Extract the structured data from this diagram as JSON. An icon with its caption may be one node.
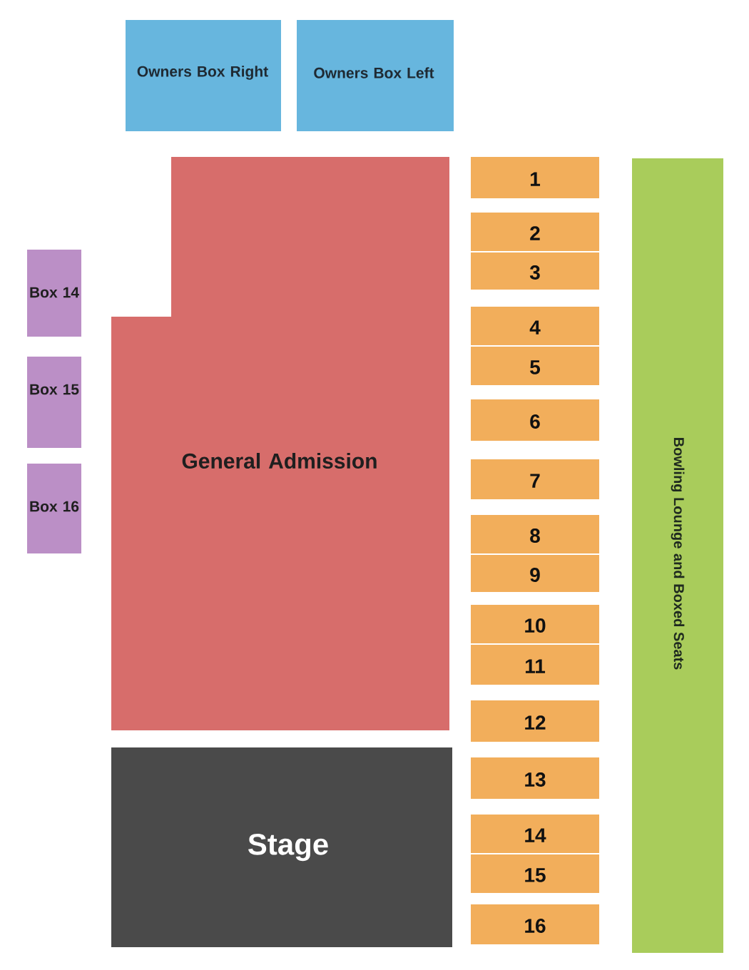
{
  "diagram": {
    "nodes": [
      {
        "text": [
          "Owners Box Right"
        ]
      },
      {
        "text": [
          "Owners Box Left"
        ]
      },
      {
        "text": [
          "Box 14"
        ]
      },
      {
        "text": [
          "Box 15"
        ]
      },
      {
        "text": [
          "Box 16"
        ]
      },
      {
        "text": [
          "General Admission"
        ]
      },
      {
        "text": [
          "Stage"
        ]
      },
      {
        "text": [
          "1"
        ]
      },
      {
        "text": [
          "2"
        ]
      },
      {
        "text": [
          "3"
        ]
      },
      {
        "text": [
          "4"
        ]
      },
      {
        "text": [
          "5"
        ]
      },
      {
        "text": [
          "6"
        ]
      },
      {
        "text": [
          "7"
        ]
      },
      {
        "text": [
          "8"
        ]
      },
      {
        "text": [
          "9"
        ]
      },
      {
        "text": [
          "10"
        ]
      },
      {
        "text": [
          "11"
        ]
      },
      {
        "text": [
          "12"
        ]
      },
      {
        "text": [
          "13"
        ]
      },
      {
        "text": [
          "14"
        ]
      },
      {
        "text": [
          "15"
        ]
      },
      {
        "text": [
          "16"
        ]
      },
      {
        "text": [
          "Bowling Lounge and Boxed Seats"
        ]
      }
    ]
  }
}
